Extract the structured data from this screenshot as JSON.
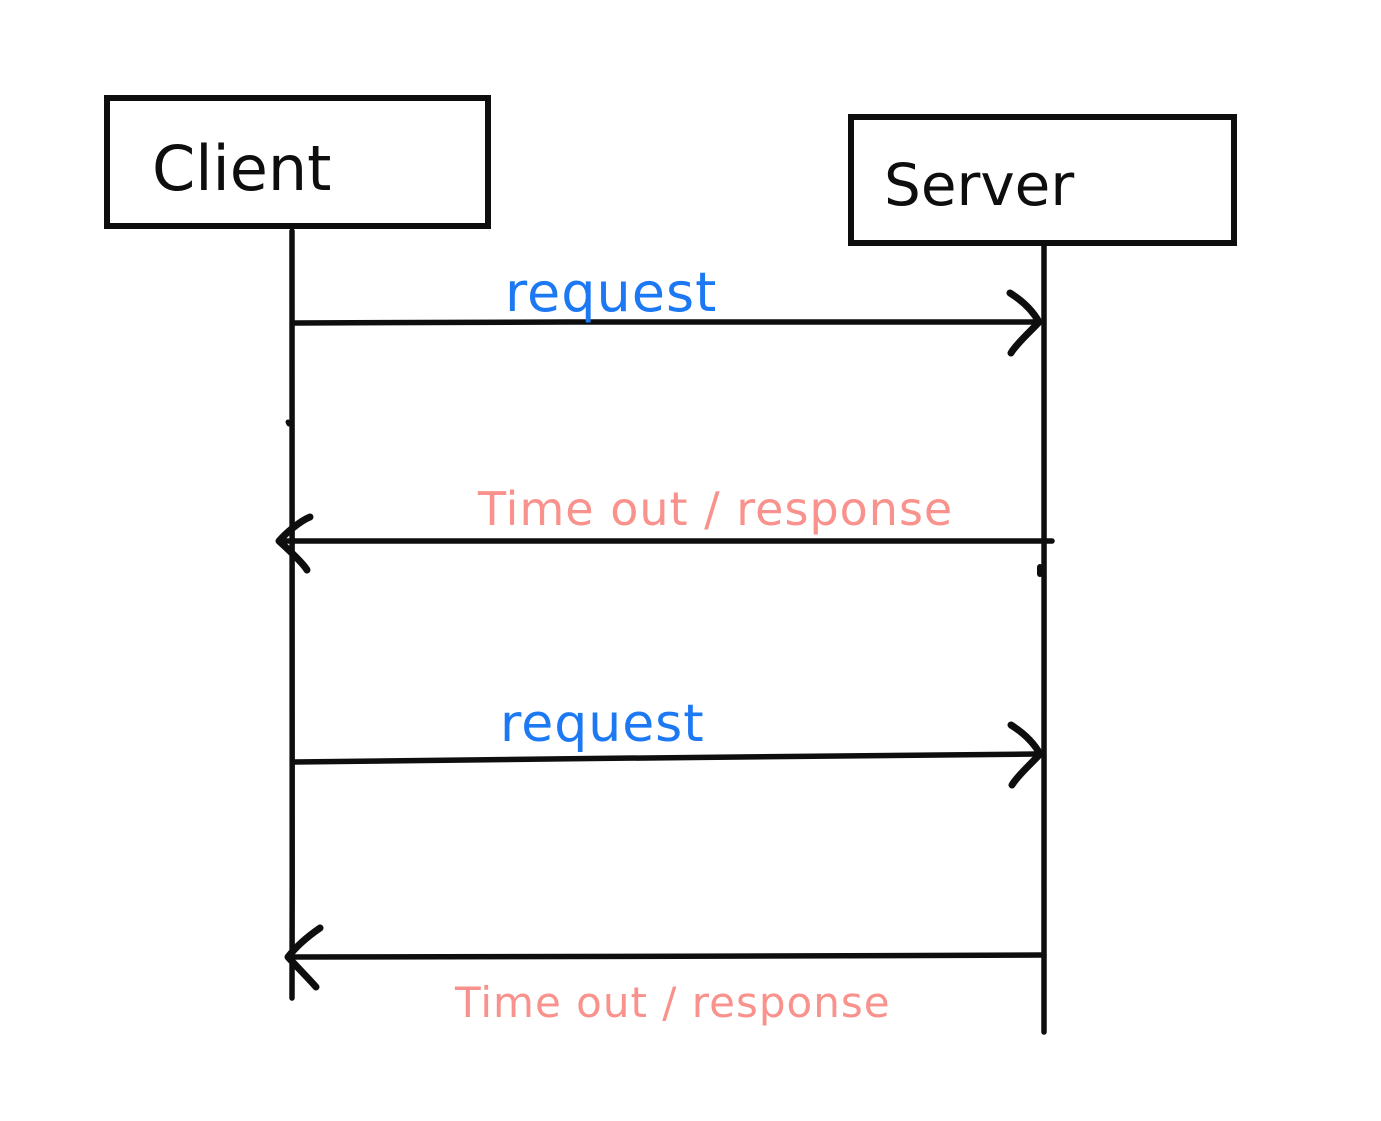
{
  "diagram": {
    "kind": "hand-drawn sequence diagram",
    "background": "#ffffff",
    "ink_color": "#0e0e0e",
    "actors": [
      {
        "id": "client",
        "label": "Client"
      },
      {
        "id": "server",
        "label": "Server"
      }
    ],
    "messages": [
      {
        "label": "request",
        "from": "Client",
        "to": "Server",
        "direction": "right",
        "color": "#1d79f3",
        "label_position": "above"
      },
      {
        "label": "Time out / response",
        "from": "Server",
        "to": "Client",
        "direction": "left",
        "color": "#f9928c",
        "label_position": "above"
      },
      {
        "label": "request",
        "from": "Client",
        "to": "Server",
        "direction": "right",
        "color": "#1d79f3",
        "label_position": "above"
      },
      {
        "label": "Time out / response",
        "from": "Server",
        "to": "Client",
        "direction": "left",
        "color": "#f9928c",
        "label_position": "below"
      }
    ],
    "colors": {
      "request_blue": "#1d79f3",
      "response_pink": "#f9928c",
      "ink": "#0e0e0e",
      "background": "#ffffff"
    }
  }
}
